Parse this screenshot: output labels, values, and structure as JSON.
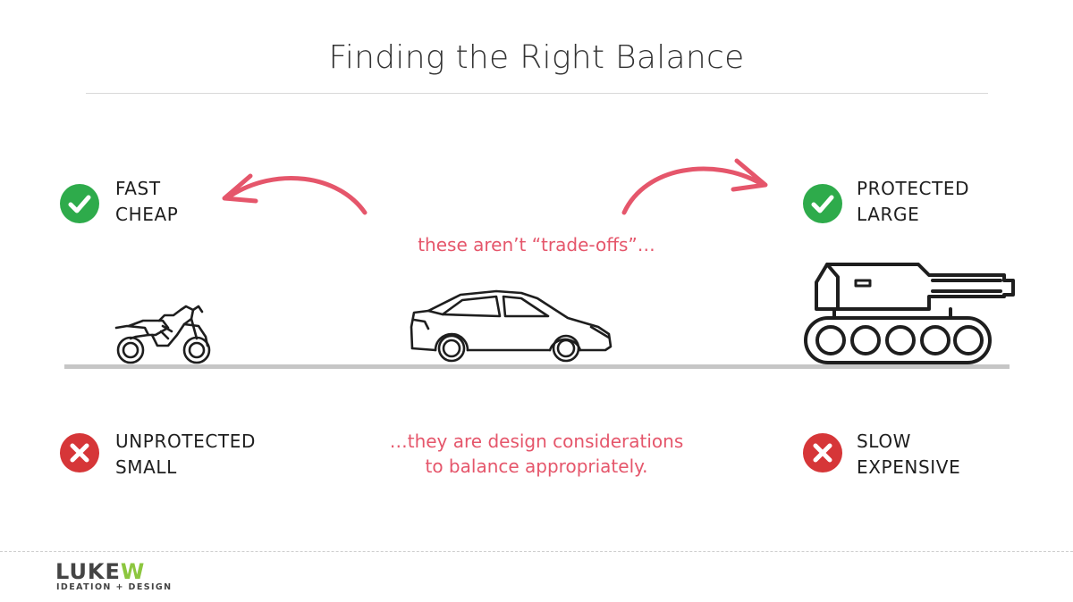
{
  "title": "Finding the Right Balance",
  "accent_color": "#e5566b",
  "left": {
    "pros": [
      "FAST",
      "CHEAP"
    ],
    "cons": [
      "UNPROTECTED",
      "SMALL"
    ],
    "vehicle": "motorcycle-icon"
  },
  "center": {
    "top_caption": "these aren’t “trade-offs”…",
    "bottom_caption": [
      "…they are design considerations",
      "to balance appropriately."
    ],
    "vehicle": "car-icon"
  },
  "right": {
    "pros": [
      "PROTECTED",
      "LARGE"
    ],
    "cons": [
      "SLOW",
      "EXPENSIVE"
    ],
    "vehicle": "tank-icon"
  },
  "badges": {
    "ok_color": "#2eab4b",
    "no_color": "#d63638"
  },
  "logo": {
    "main": "LUKE",
    "accent": "W",
    "tagline": "IDEATION + DESIGN"
  }
}
